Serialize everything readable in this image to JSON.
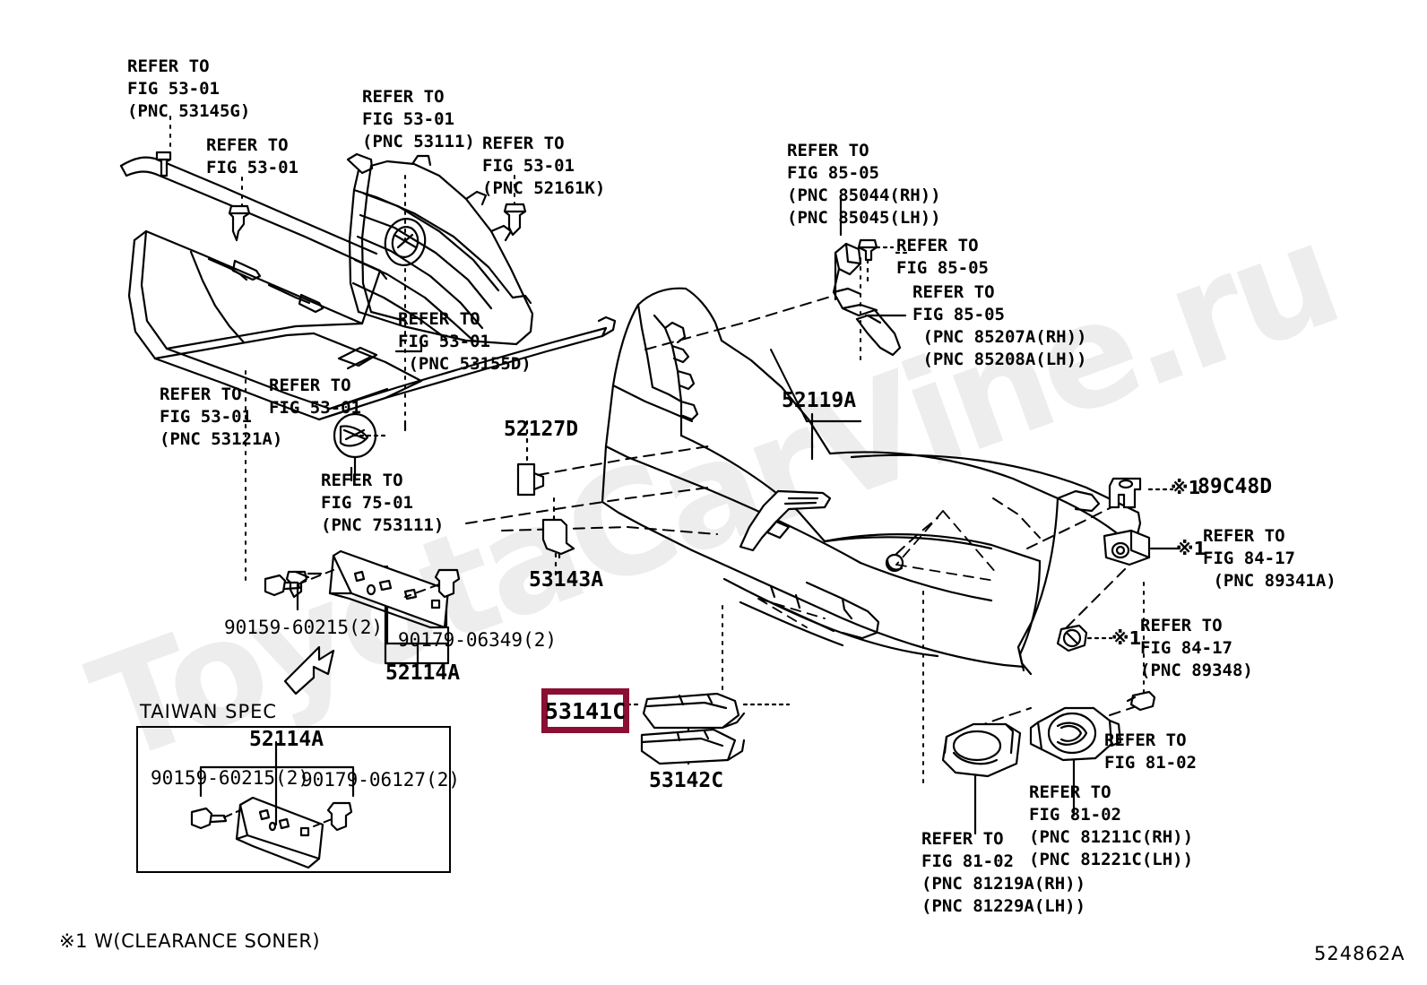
{
  "diagram": {
    "title": "Toyota front bumper parts diagram",
    "corner_code": "524862A",
    "footnote": "※1 W(CLEARANCE SONER)",
    "watermark": "ToyotaCarVine.ru",
    "highlight_color": "#8B0F33",
    "taiwan_box_title": "TAIWAN SPEC"
  },
  "refs": {
    "r1": "REFER TO\nFIG 53-01\n(PNC 53145G)",
    "r2": "REFER TO\nFIG 53-01",
    "r3": "REFER TO\nFIG 53-01\n(PNC 53111)",
    "r4": "REFER TO\nFIG 53-01\n(PNC 52161K)",
    "r5": "REFER TO\nFIG 53-01\n (PNC 53155D)",
    "r6": "REFER TO\nFIG 53-01\n(PNC 53121A)",
    "r7": "REFER TO\nFIG 53-01",
    "r8": "REFER TO\nFIG 75-01\n(PNC 753111)",
    "r9": "REFER TO\nFIG 85-05\n(PNC 85044(RH))\n(PNC 85045(LH))",
    "r10": "REFER TO\nFIG 85-05",
    "r11": "REFER TO\nFIG 85-05\n (PNC 85207A(RH))\n (PNC 85208A(LH))",
    "r12": "REFER TO\nFIG 84-17\n (PNC 89341A)",
    "r13": "REFER TO\nFIG 84-17\n(PNC 89348)",
    "r14": "REFER TO\nFIG 81-02",
    "r15": "REFER TO\nFIG 81-02\n(PNC 81211C(RH))\n(PNC 81221C(LH))",
    "r16": "REFER TO\nFIG 81-02\n(PNC 81219A(RH))\n(PNC 81229A(LH))"
  },
  "parts": {
    "p_52127D": "52127D",
    "p_52119A": "52119A",
    "p_53143A": "53143A",
    "p_52114A": "52114A",
    "p_53141C": "53141C",
    "p_53142C": "53142C",
    "p_89C48D": "89C48D",
    "p_90159_60215": "90159-60215(2)",
    "p_90179_06349": "90179-06349(2)",
    "tw_52114A": "52114A",
    "tw_90159_60215": "90159-60215(2)",
    "tw_90179_06127": "90179-06127(2)"
  },
  "markers": {
    "m1": "※1",
    "m2": "※1",
    "m3": "※1"
  }
}
